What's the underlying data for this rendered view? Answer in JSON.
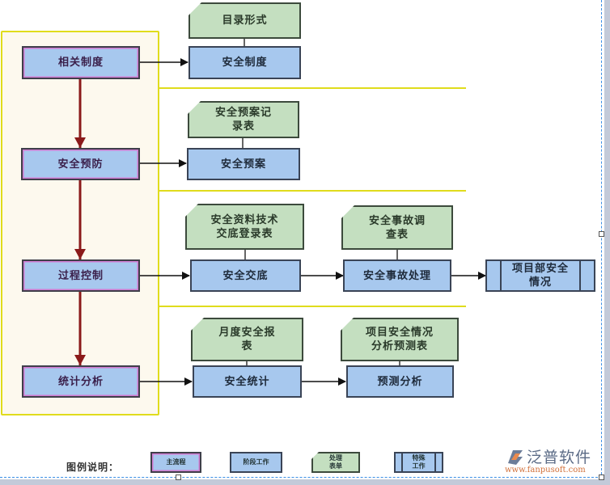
{
  "diagram": {
    "title": "安全管理流程图",
    "colors": {
      "main_fill": "#a7c8ee",
      "main_inner_border": "#d07ad0",
      "stage_fill": "#a7c8ee",
      "doc_fill": "#c4dfc0",
      "panel_fill": "#fdf9ee",
      "panel_border": "#e0dc1c",
      "main_arrow": "#8b1a1a",
      "arrow": "#111111"
    },
    "main_flow": [
      {
        "id": "m1",
        "label": "相关制度"
      },
      {
        "id": "m2",
        "label": "安全预防"
      },
      {
        "id": "m3",
        "label": "过程控制"
      },
      {
        "id": "m4",
        "label": "统计分析"
      }
    ],
    "stages": [
      {
        "id": "s1",
        "label": "安全制度",
        "form": "目录形式"
      },
      {
        "id": "s2",
        "label": "安全预案",
        "form": "安全预案记录表"
      },
      {
        "id": "s3",
        "label": "安全交底",
        "form": "安全资料技术交底登录表"
      },
      {
        "id": "s4",
        "label": "安全事故处理",
        "form": "安全事故调查表"
      },
      {
        "id": "s5",
        "label": "安全统计",
        "form": "月度安全报表"
      },
      {
        "id": "s6",
        "label": "预测分析",
        "form": "项目安全情况分析预测表"
      }
    ],
    "forms_display": {
      "f1": "目录形式",
      "f2_l1": "安全预案记",
      "f2_l2": "录表",
      "f3_l1": "安全资料技术",
      "f3_l2": "交底登录表",
      "f4_l1": "安全事故调",
      "f4_l2": "查表",
      "f5_l1": "月度安全报",
      "f5_l2": "表",
      "f6_l1": "项目安全情况",
      "f6_l2": "分析预测表"
    },
    "special": {
      "label_l1": "项目部安全",
      "label_l2": "情况"
    },
    "edges": [
      {
        "from": "相关制度",
        "to": "安全制度"
      },
      {
        "from": "安全预防",
        "to": "安全预案"
      },
      {
        "from": "过程控制",
        "to": "安全交底"
      },
      {
        "from": "安全交底",
        "to": "安全事故处理"
      },
      {
        "from": "安全事故处理",
        "to": "项目部安全情况"
      },
      {
        "from": "统计分析",
        "to": "安全统计"
      },
      {
        "from": "安全统计",
        "to": "预测分析"
      },
      {
        "from": "相关制度",
        "to": "安全预防"
      },
      {
        "from": "安全预防",
        "to": "过程控制"
      },
      {
        "from": "过程控制",
        "to": "统计分析"
      }
    ]
  },
  "legend": {
    "title": "图例说明：",
    "items": [
      {
        "type": "main",
        "label": "主流程"
      },
      {
        "type": "stage",
        "label": "阶段工作"
      },
      {
        "type": "form",
        "label_l1": "处理",
        "label_l2": "表单"
      },
      {
        "type": "special",
        "label_l1": "特殊",
        "label_l2": "工作"
      }
    ]
  },
  "watermark": {
    "brand": "泛普软件",
    "url": "www.fanpusoft.com"
  }
}
